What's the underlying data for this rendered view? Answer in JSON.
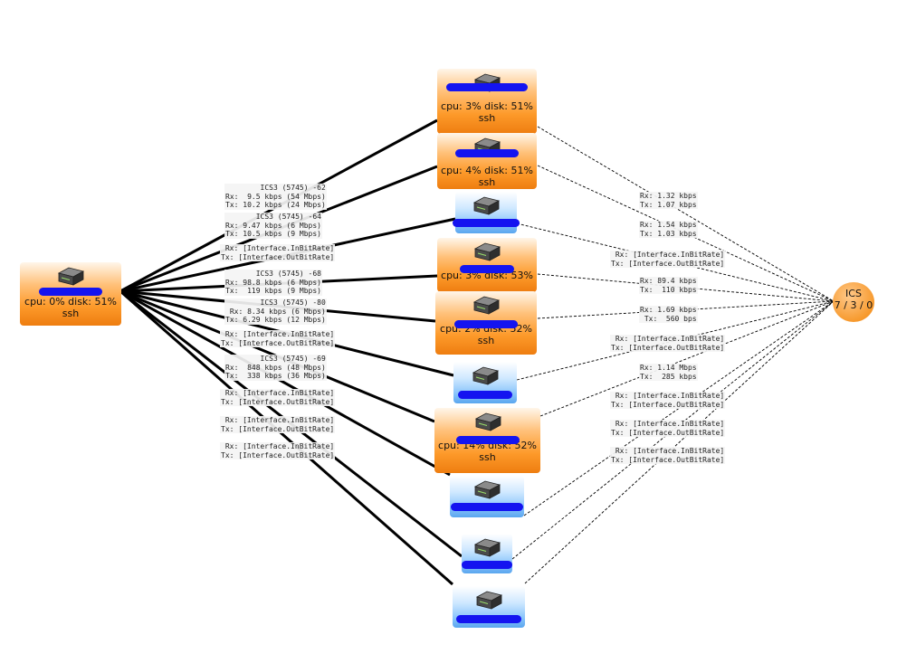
{
  "center_node": {
    "stats": "cpu: 0% disk: 51%",
    "proto": "ssh"
  },
  "right_node": {
    "title": "ICS",
    "counts": "7 / 3 / 0"
  },
  "devices": [
    {
      "stats": "cpu: 3% disk: 51%",
      "proto": "ssh"
    },
    {
      "stats": "cpu: 4% disk: 51%",
      "proto": "ssh"
    },
    {
      "stats": "",
      "proto": ""
    },
    {
      "stats": "cpu: 3% disk: 53%",
      "proto": ""
    },
    {
      "stats": "cpu: 2% disk: 52%",
      "proto": "ssh"
    },
    {
      "stats": "",
      "proto": ""
    },
    {
      "stats": "cpu: 14% disk: 52%",
      "proto": "ssh"
    },
    {
      "stats": "",
      "proto": ""
    },
    {
      "stats": "",
      "proto": ""
    },
    {
      "stats": "",
      "proto": ""
    }
  ],
  "left_links": [
    {
      "name": "ICS3 (5745) -62",
      "rx": "Rx:  9.5 kbps (54 Mbps)",
      "tx": "Tx: 10.2 kbps (24 Mbps)"
    },
    {
      "name": "ICS3 (5745) -64",
      "rx": "Rx: 9.47 kbps (6 Mbps)",
      "tx": "Tx: 10.5 kbps (9 Mbps)"
    },
    {
      "name": "",
      "rx": "Rx: [Interface.InBitRate]",
      "tx": "Tx: [Interface.OutBitRate]"
    },
    {
      "name": "ICS3 (5745) -68",
      "rx": "Rx: 98.8 kbps (6 Mbps)",
      "tx": "Tx:  119 kbps (9 Mbps)"
    },
    {
      "name": "ICS3 (5745) -80",
      "rx": "Rx: 8.34 kbps (6 Mbps)",
      "tx": "Tx: 6.29 kbps (12 Mbps)"
    },
    {
      "name": "",
      "rx": "Rx: [Interface.InBitRate]",
      "tx": "Tx: [Interface.OutBitRate]"
    },
    {
      "name": "ICS3 (5745) -69",
      "rx": "Rx:  848 kbps (48 Mbps)",
      "tx": "Tx:  338 kbps (36 Mbps)"
    },
    {
      "name": "",
      "rx": "Rx: [Interface.InBitRate]",
      "tx": "Tx: [Interface.OutBitRate]"
    },
    {
      "name": "",
      "rx": "Rx: [Interface.InBitRate]",
      "tx": "Tx: [Interface.OutBitRate]"
    },
    {
      "name": "",
      "rx": "Rx: [Interface.InBitRate]",
      "tx": "Tx: [Interface.OutBitRate]"
    }
  ],
  "right_links": [
    {
      "rx": "Rx: 1.32 kbps",
      "tx": "Tx: 1.07 kbps"
    },
    {
      "rx": "Rx: 1.54 kbps",
      "tx": "Tx: 1.03 kbps"
    },
    {
      "rx": "Rx: [Interface.InBitRate]",
      "tx": "Tx: [Interface.OutBitRate]"
    },
    {
      "rx": "Rx: 89.4 kbps",
      "tx": "Tx:  110 kbps"
    },
    {
      "rx": "Rx: 1.69 kbps",
      "tx": "Tx:  560 bps"
    },
    {
      "rx": "Rx: [Interface.InBitRate]",
      "tx": "Tx: [Interface.OutBitRate]"
    },
    {
      "rx": "Rx: 1.14 Mbps",
      "tx": "Tx:  285 kbps"
    },
    {
      "rx": "Rx: [Interface.InBitRate]",
      "tx": "Tx: [Interface.OutBitRate]"
    },
    {
      "rx": "Rx: [Interface.InBitRate]",
      "tx": "Tx: [Interface.OutBitRate]"
    },
    {
      "rx": "Rx: [Interface.InBitRate]",
      "tx": "Tx: [Interface.OutBitRate]"
    }
  ],
  "colors": {
    "orange": "#f7931e",
    "blue": "#7bbcf7",
    "redaction": "#1414f0",
    "link": "#000000"
  }
}
